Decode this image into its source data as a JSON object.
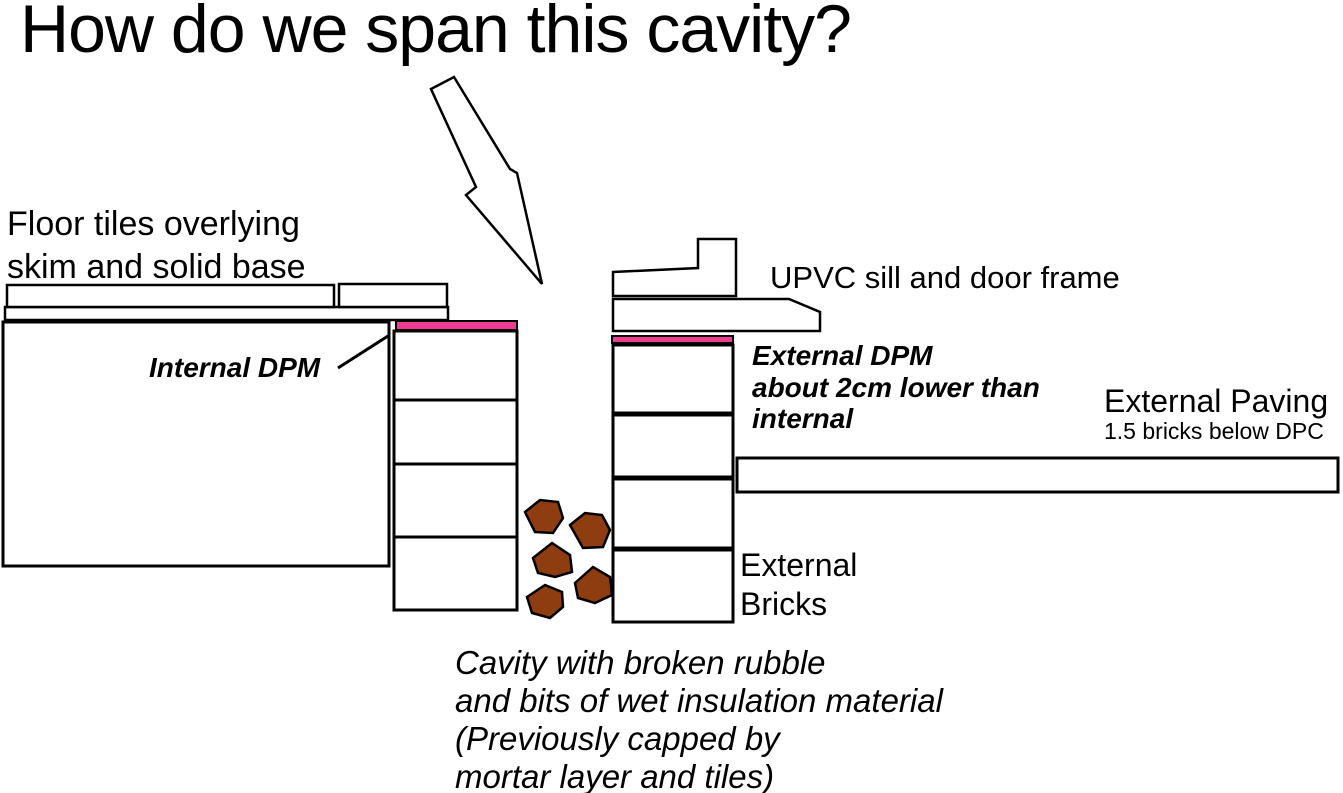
{
  "title": "How do we span this cavity?",
  "colors": {
    "dpm_pink": "#ee3d92",
    "rubble_brown": "#8e3d10",
    "line_black": "#000000",
    "background": "#ffffff"
  },
  "labels": {
    "floor_tiles": "Floor tiles overlying\nskim and solid base",
    "internal_dpm": "Internal DPM",
    "upvc_sill": "UPVC sill and door frame",
    "external_dpm": "External DPM\nabout 2cm lower than\ninternal",
    "external_paving": "External Paving",
    "external_paving_sub": "1.5 bricks below DPC",
    "external_bricks": "External\nBricks",
    "cavity_note": "Cavity with broken rubble\nand bits of wet insulation material\n(Previously capped by\nmortar layer and tiles)"
  }
}
